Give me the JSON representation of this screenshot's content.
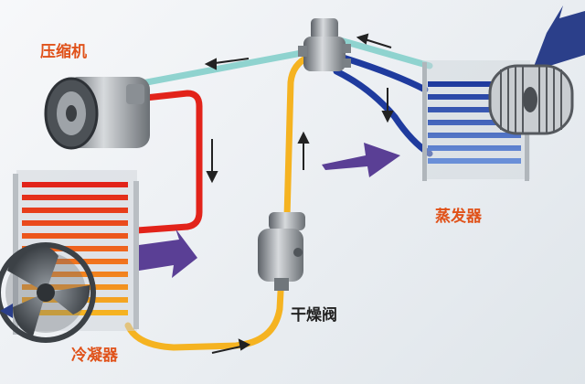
{
  "labels": {
    "compressor": "压缩机",
    "evaporator": "蒸发器",
    "drier_valve": "干燥阀",
    "condenser": "冷凝器"
  },
  "colors": {
    "hot_red": "#e2231a",
    "warm_orange": "#f59a1b",
    "liquid_yellow": "#f5b321",
    "cold_blue": "#1f3b9e",
    "suction_teal": "#8fd3cf",
    "air_arrow": "#5a3f95",
    "label_orange": "#e0521a"
  },
  "icons": [
    "compressor-icon",
    "condenser-icon",
    "fan-icon",
    "drier-icon",
    "expansion-valve-icon",
    "evaporator-icon",
    "blower-icon"
  ]
}
